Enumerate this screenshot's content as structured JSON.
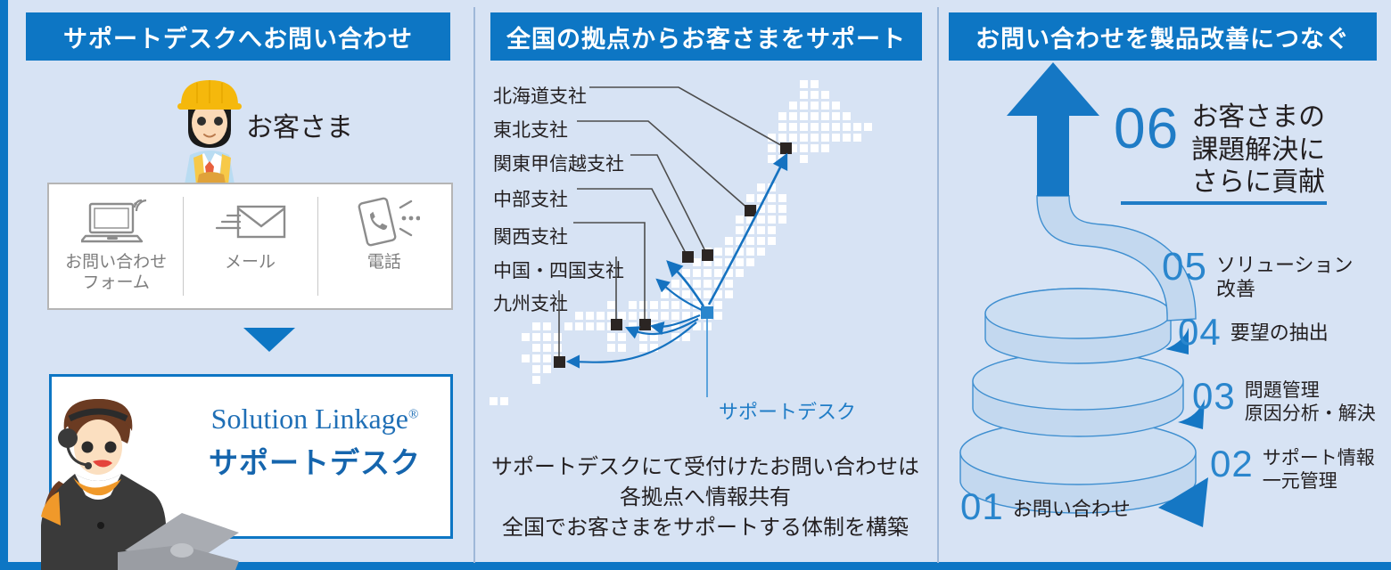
{
  "theme": {
    "page_bg": "#d7e3f4",
    "accent_blue": "#0d76c4",
    "light_blue": "#c9daf0",
    "header_text": "#ffffff",
    "body_text": "#231f20",
    "muted_gray": "#7d7d7d",
    "marker_dark": "#2b2523",
    "spiral_blue": "#1577c4"
  },
  "panels": {
    "left": {
      "header": "サポートデスクへお問い合わせ",
      "customer_label": "お客さま",
      "customer_icon": "worker-hardhat-avatar",
      "contact_methods": [
        {
          "icon": "laptop-wifi-icon",
          "label_line1": "お問い合わせ",
          "label_line2": "フォーム"
        },
        {
          "icon": "envelope-mail-icon",
          "label_line1": "メール",
          "label_line2": ""
        },
        {
          "icon": "smartphone-call-icon",
          "label_line1": "電話",
          "label_line2": ""
        }
      ],
      "flow_arrow_icon": "arrow-down-triangle-icon",
      "support_desk": {
        "brand": "Solution Linkage",
        "brand_mark": "®",
        "subtitle": "サポートデスク",
        "operator_icon": "headset-operator-avatar"
      }
    },
    "middle": {
      "header": "全国の拠点からお客さまをサポート",
      "branches": [
        "北海道支社",
        "東北支社",
        "関東甲信越支社",
        "中部支社",
        "関西支社",
        "中国・四国支社",
        "九州支社"
      ],
      "support_desk_label": "サポートデスク",
      "map_icon": "japan-dot-map",
      "caption_lines": [
        "サポートデスクにて受付けたお問い合わせは",
        "各拠点へ情報共有",
        "全国でお客さまをサポートする体制を構築"
      ]
    },
    "right": {
      "header": "お問い合わせを製品改善につなぐ",
      "spiral_icon": "upward-spiral-arrow",
      "steps": [
        {
          "num": "01",
          "line1": "お問い合わせ",
          "line2": ""
        },
        {
          "num": "02",
          "line1": "サポート情報",
          "line2": "一元管理"
        },
        {
          "num": "03",
          "line1": "問題管理",
          "line2": "原因分析・解決"
        },
        {
          "num": "04",
          "line1": "要望の抽出",
          "line2": ""
        },
        {
          "num": "05",
          "line1": "ソリューション",
          "line2": "改善"
        },
        {
          "num": "06",
          "line1": "お客さまの",
          "line2": "課題解決に",
          "line3": "さらに貢献"
        }
      ]
    }
  }
}
